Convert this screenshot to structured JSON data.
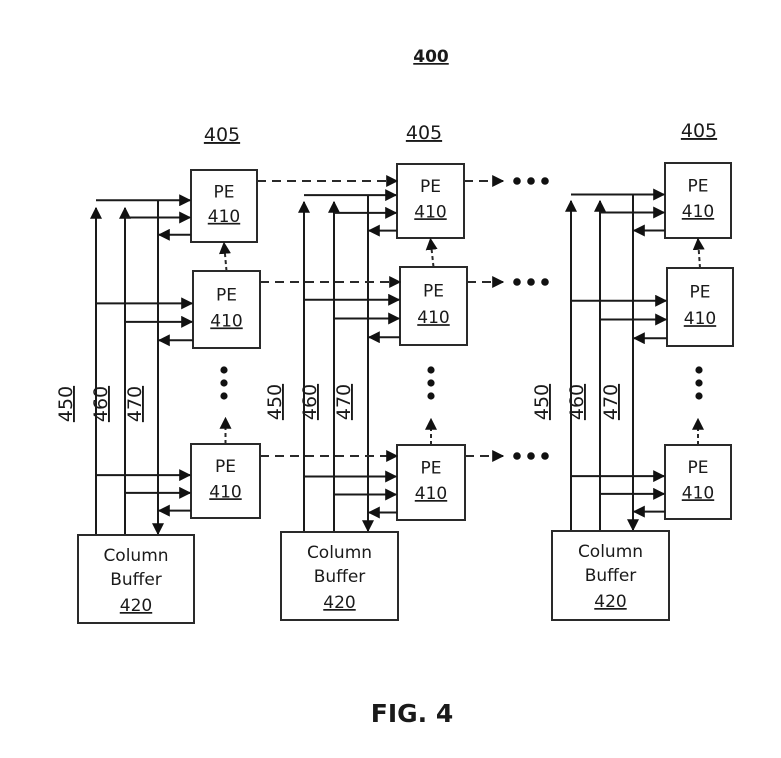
{
  "figure": {
    "ref_number": "400",
    "caption": "FIG. 4"
  },
  "columns": [
    {
      "id": "column-1",
      "group_ref": "405",
      "bus_labels": [
        "450",
        "460",
        "470"
      ],
      "pe_blocks": [
        {
          "label": "PE",
          "ref": "410"
        },
        {
          "label": "PE",
          "ref": "410"
        },
        {
          "label": "PE",
          "ref": "410"
        }
      ],
      "buffer": {
        "line1": "Column",
        "line2": "Buffer",
        "ref": "420"
      }
    },
    {
      "id": "column-2",
      "group_ref": "405",
      "bus_labels": [
        "450",
        "460",
        "470"
      ],
      "pe_blocks": [
        {
          "label": "PE",
          "ref": "410"
        },
        {
          "label": "PE",
          "ref": "410"
        },
        {
          "label": "PE",
          "ref": "410"
        }
      ],
      "buffer": {
        "line1": "Column",
        "line2": "Buffer",
        "ref": "420"
      }
    },
    {
      "id": "column-3",
      "group_ref": "405",
      "bus_labels": [
        "450",
        "460",
        "470"
      ],
      "pe_blocks": [
        {
          "label": "PE",
          "ref": "410"
        },
        {
          "label": "PE",
          "ref": "410"
        },
        {
          "label": "PE",
          "ref": "410"
        }
      ],
      "buffer": {
        "line1": "Column",
        "line2": "Buffer",
        "ref": "420"
      }
    }
  ],
  "ellipsis": {
    "vertical": "more PE rows between",
    "horizontal": "more columns between"
  }
}
